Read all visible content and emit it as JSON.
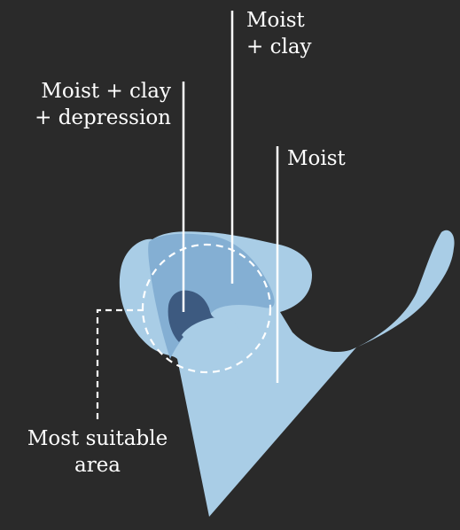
{
  "colors": {
    "background": "#2a2a2a",
    "moist": "#a9cde6",
    "moist_clay": "#84afd3",
    "moist_clay_depression": "#3d5a80",
    "line": "#ffffff"
  },
  "labels": {
    "moist_clay_depression": [
      "Moist + clay",
      "+ depression"
    ],
    "moist_clay": [
      "Moist",
      "+ clay"
    ],
    "moist": [
      "Moist"
    ],
    "most_suitable": [
      "Most suitable",
      "area"
    ]
  }
}
